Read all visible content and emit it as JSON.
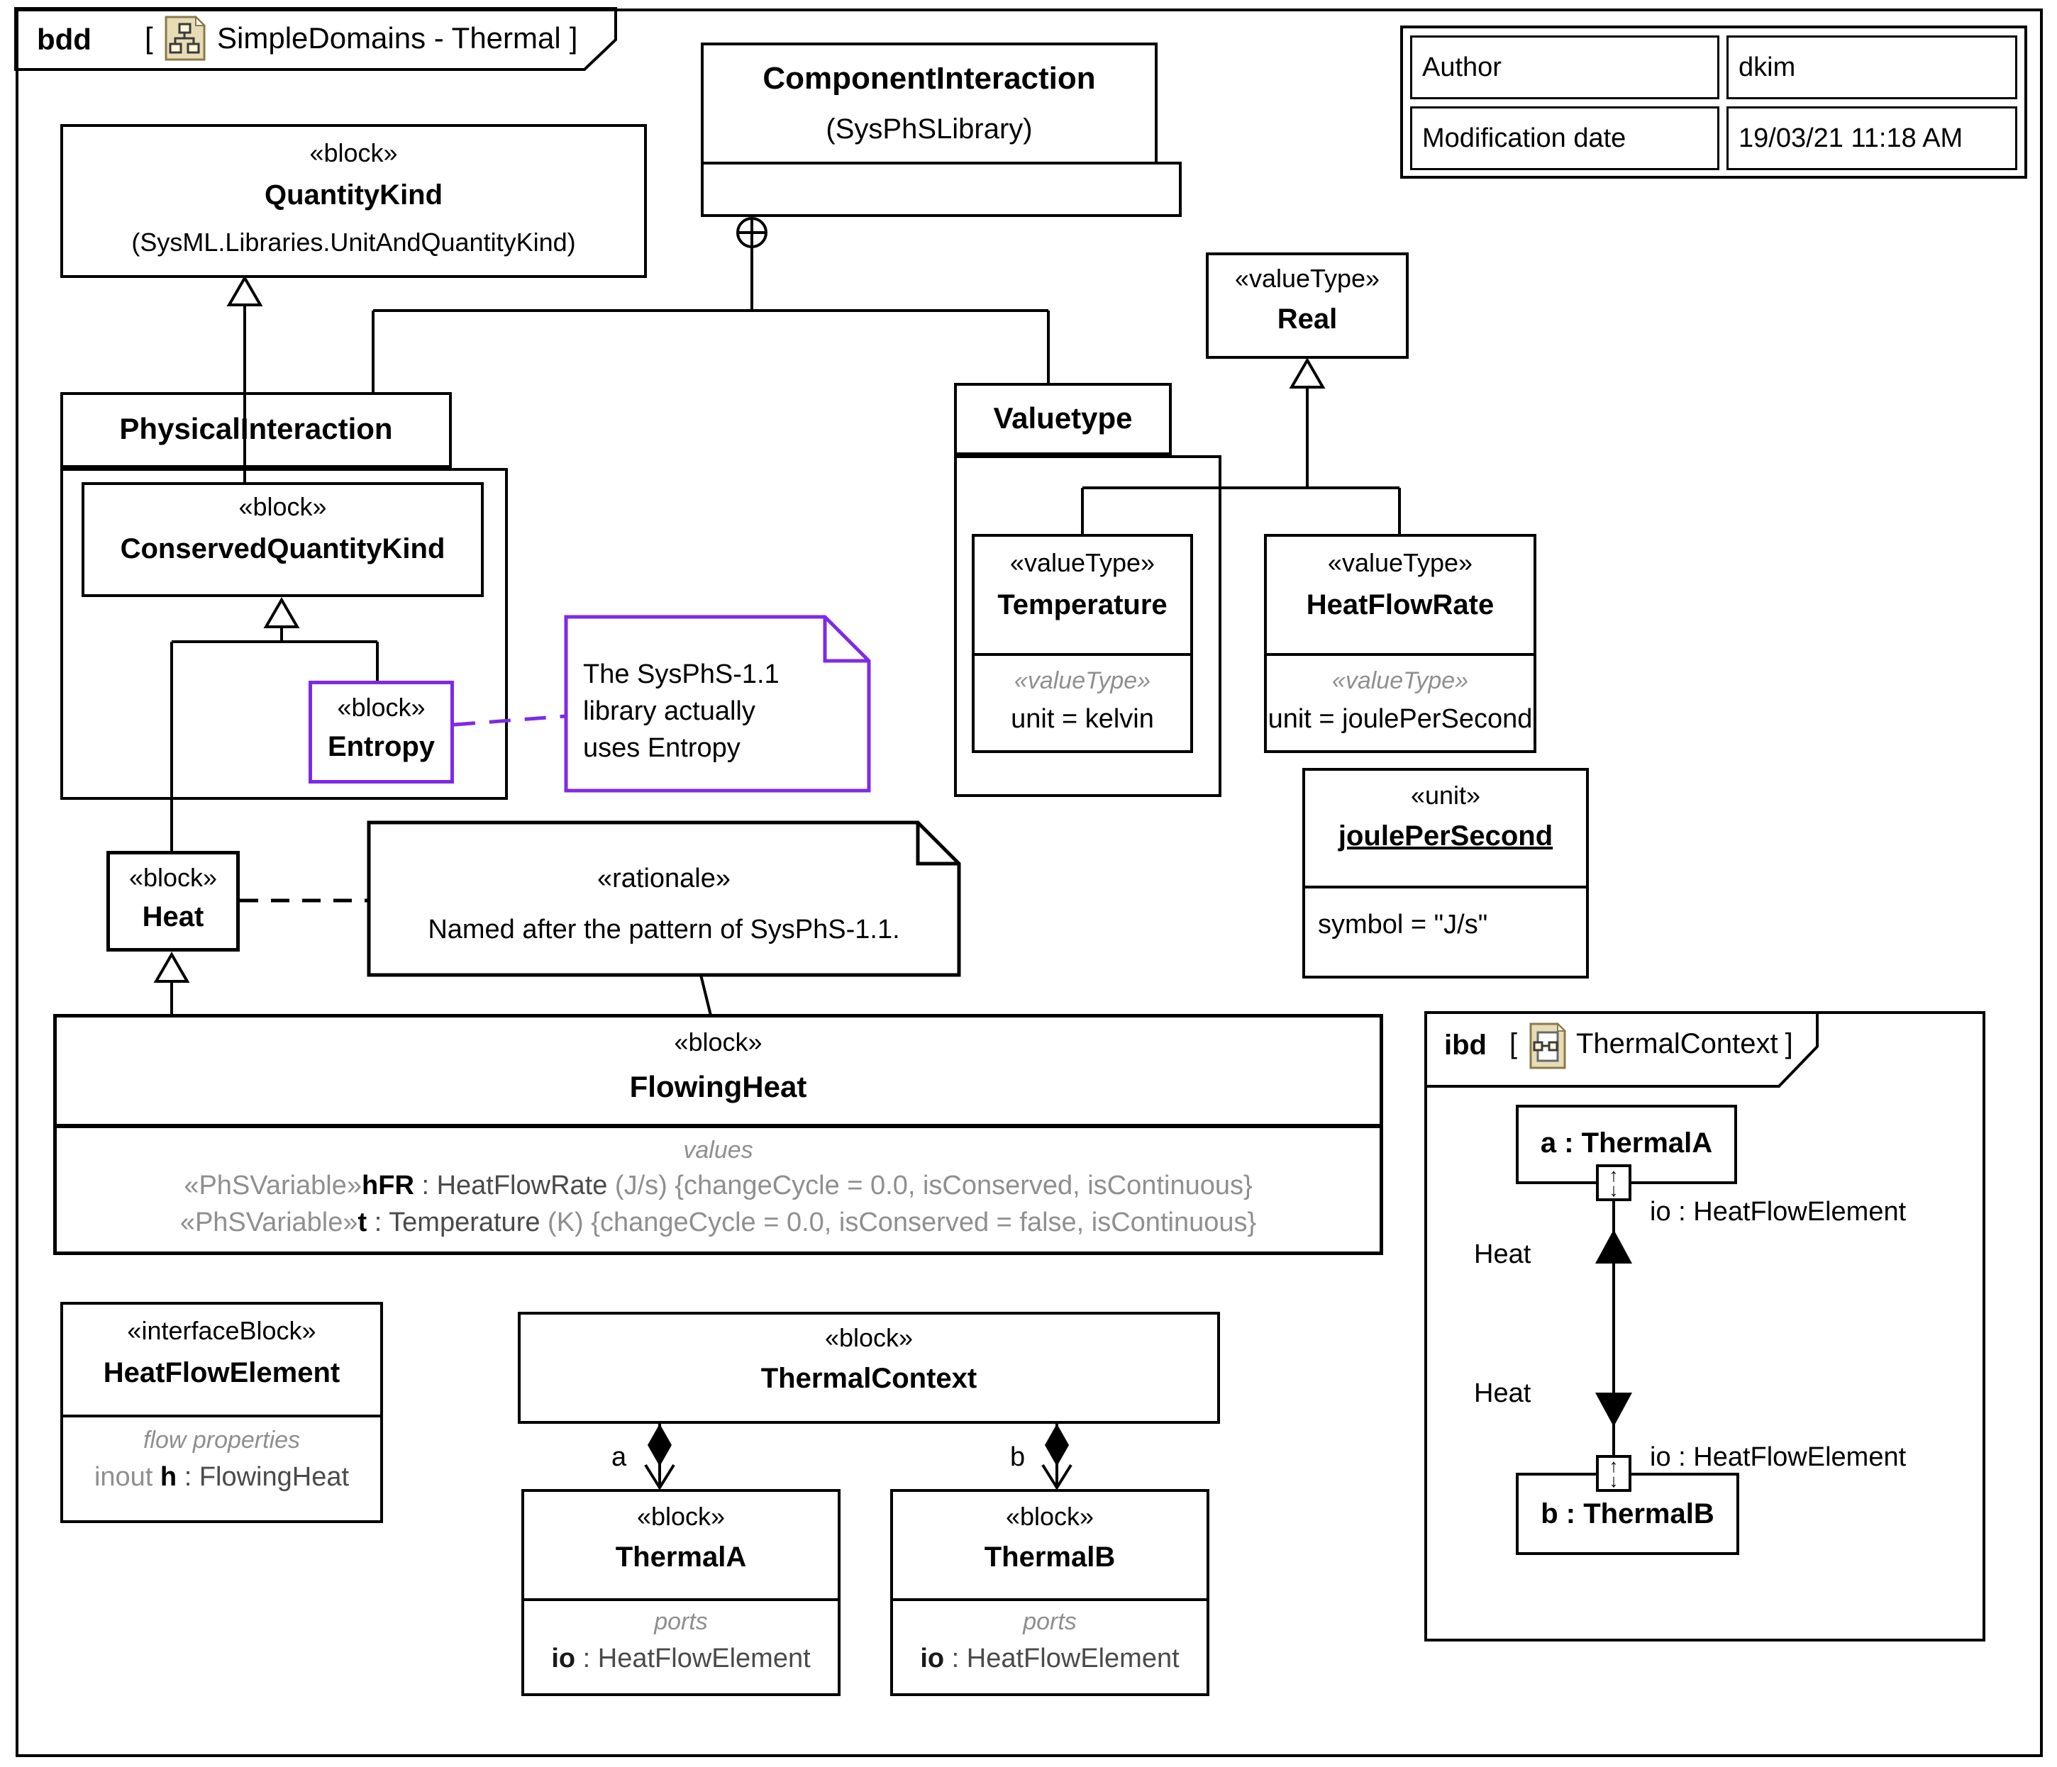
{
  "frame": {
    "kind": "bdd",
    "open": "[",
    "name": "SimpleDomains - Thermal",
    "close": "]"
  },
  "ibd_frame": {
    "kind": "ibd",
    "open": "[",
    "name": "ThermalContext",
    "close": "]"
  },
  "author_table": {
    "rows": [
      {
        "label": "Author",
        "value": "dkim"
      },
      {
        "label": "Modification date",
        "value": "19/03/21 11:18 AM"
      }
    ]
  },
  "quantity_kind": {
    "stereotype": "«block»",
    "name": "QuantityKind",
    "qualifier": "(SysML.Libraries.UnitAndQuantityKind)"
  },
  "component_interaction": {
    "name": "ComponentInteraction",
    "qualifier": "(SysPhSLibrary)"
  },
  "real": {
    "stereotype": "«valueType»",
    "name": "Real"
  },
  "valuetype_pkg": {
    "name": "Valuetype"
  },
  "temperature": {
    "stereotype": "«valueType»",
    "name": "Temperature",
    "comp_stereotype": "«valueType»",
    "value": "unit = kelvin"
  },
  "heat_flow_rate": {
    "stereotype": "«valueType»",
    "name": "HeatFlowRate",
    "comp_stereotype": "«valueType»",
    "value": "unit = joulePerSecond"
  },
  "joule_per_second": {
    "stereotype": "«unit»",
    "name": "joulePerSecond",
    "value": "symbol = \"J/s\""
  },
  "physical_interaction": {
    "name": "PhysicalInteraction"
  },
  "conserved_quantity_kind": {
    "stereotype": "«block»",
    "name": "ConservedQuantityKind"
  },
  "entropy": {
    "stereotype": "«block»",
    "name": "Entropy"
  },
  "entropy_note": {
    "line1": "The SysPhS-1.1",
    "line2": "library actually",
    "line3": "uses Entropy"
  },
  "heat": {
    "stereotype": "«block»",
    "name": "Heat"
  },
  "rationale_note": {
    "stereotype": "«rationale»",
    "text": "Named after the pattern of SysPhS-1.1."
  },
  "flowing_heat": {
    "stereotype": "«block»",
    "name": "FlowingHeat",
    "comp_label": "values",
    "v1": {
      "stereotype": "«PhSVariable»",
      "name": "hFR",
      "type": " : HeatFlowRate",
      "unit": " (J/s) ",
      "constraints": "{changeCycle = 0.0, isConserved, isContinuous}"
    },
    "v2": {
      "stereotype": "«PhSVariable»",
      "name": "t",
      "type": " : Temperature",
      "unit": " (K) ",
      "constraints": "{changeCycle = 0.0, isConserved = false, isContinuous}"
    }
  },
  "heat_flow_element": {
    "stereotype": "«interfaceBlock»",
    "name": "HeatFlowElement",
    "comp_label": "flow properties",
    "direction": "inout ",
    "prop_name": "h",
    "prop_type": " : FlowingHeat"
  },
  "thermal_context": {
    "stereotype": "«block»",
    "name": "ThermalContext",
    "role_a": "a",
    "role_b": "b"
  },
  "thermal_a": {
    "stereotype": "«block»",
    "name": "ThermalA",
    "comp_label": "ports",
    "port_name": "io",
    "port_type": " : HeatFlowElement"
  },
  "thermal_b": {
    "stereotype": "«block»",
    "name": "ThermalB",
    "comp_label": "ports",
    "port_name": "io",
    "port_type": " : HeatFlowElement"
  },
  "ibd": {
    "part_a": "a : ThermalA",
    "part_b": "b : ThermalB",
    "port_a_label": "io : HeatFlowElement",
    "port_b_label": "io : HeatFlowElement",
    "flow_a": "Heat",
    "flow_b": "Heat",
    "arrow_up": "↑",
    "arrow_down": "↓"
  },
  "colors": {
    "purple": "#7d2ae8",
    "gray": "#8f8f8f",
    "tan": "#e7dcb6",
    "tan_border": "#8a7a4a"
  }
}
